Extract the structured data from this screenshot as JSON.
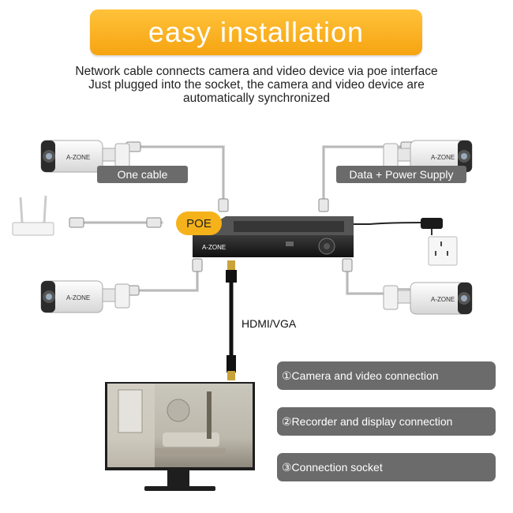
{
  "banner": {
    "title": "easy installation"
  },
  "subtitle": {
    "line1": "Network cable connects camera and video device via poe interface",
    "line2": "Just plugged into the socket, the camera and video device are",
    "line3": "automatically synchronized"
  },
  "labels": {
    "one_cable": "One cable",
    "data_power": "Data + Power Supply",
    "poe": "POE",
    "hdmi_vga": "HDMI/VGA"
  },
  "brand": {
    "camera_logo": "A-ZONE",
    "nvr_logo": "A-ZONE"
  },
  "legend": [
    "①Camera and video connection",
    "②Recorder and display connection",
    "③Connection socket"
  ],
  "colors": {
    "banner": "#f6a411",
    "pill": "#6b6b6b",
    "poe": "#f6b21a"
  },
  "icons": [
    "camera-icon",
    "router-icon",
    "nvr-icon",
    "power-adapter-icon",
    "wall-socket-icon",
    "monitor-icon"
  ]
}
